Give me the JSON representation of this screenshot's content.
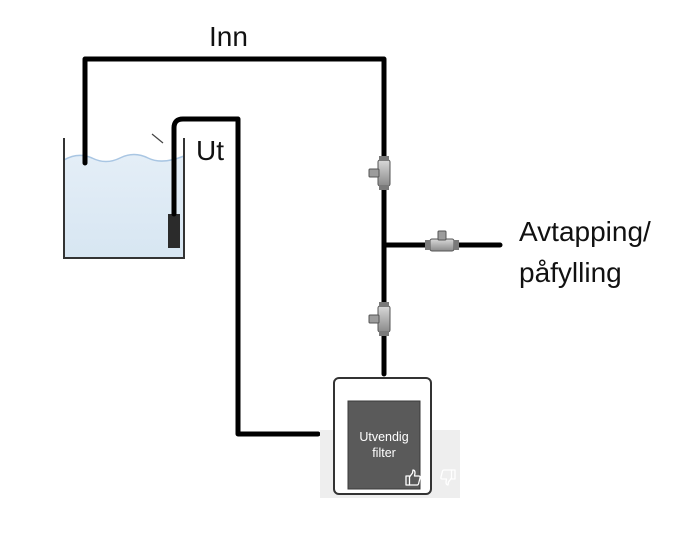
{
  "labels": {
    "inn": "Inn",
    "ut": "Ut",
    "drain_line1": "Avtapping/",
    "drain_line2": "påfylling",
    "filter_line1": "Utvendig",
    "filter_line2": "filter"
  },
  "icons": {
    "thumbs_up": "thumbs-up-icon",
    "thumbs_down": "thumbs-down-icon"
  },
  "colors": {
    "pipe": "#000000",
    "water": "#dce9f4",
    "water_edge": "#a9c6e3",
    "filter_body": "#5a5a5a",
    "filter_frame": "#333333"
  }
}
